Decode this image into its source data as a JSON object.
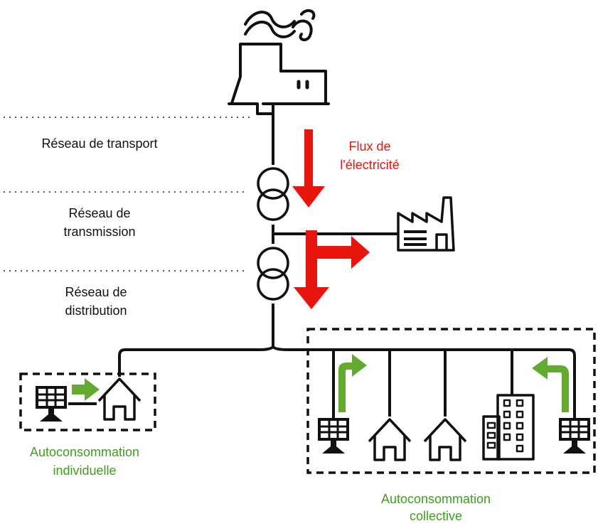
{
  "colors": {
    "line": "#111111",
    "flow_red": "#e8150d",
    "self_green": "#63ab2f",
    "label_green": "#3f9e1e",
    "dotted": "#555555"
  },
  "labels": {
    "transport": "Réseau de transport",
    "transmission_l1": "Réseau de",
    "transmission_l2": "transmission",
    "distribution_l1": "Réseau de",
    "distribution_l2": "distribution",
    "flux_l1": "Flux de",
    "flux_l2": "l'électricité",
    "individual_l1": "Autoconsommation",
    "individual_l2": "individuelle",
    "collective_l1": "Autoconsommation",
    "collective_l2": "collective"
  },
  "icons": {
    "power_plant": "power-plant-icon",
    "transformer": "transformer-icon",
    "factory": "factory-icon",
    "solar_panel": "solar-panel-icon",
    "house": "house-icon",
    "apartment": "apartment-building-icon"
  }
}
